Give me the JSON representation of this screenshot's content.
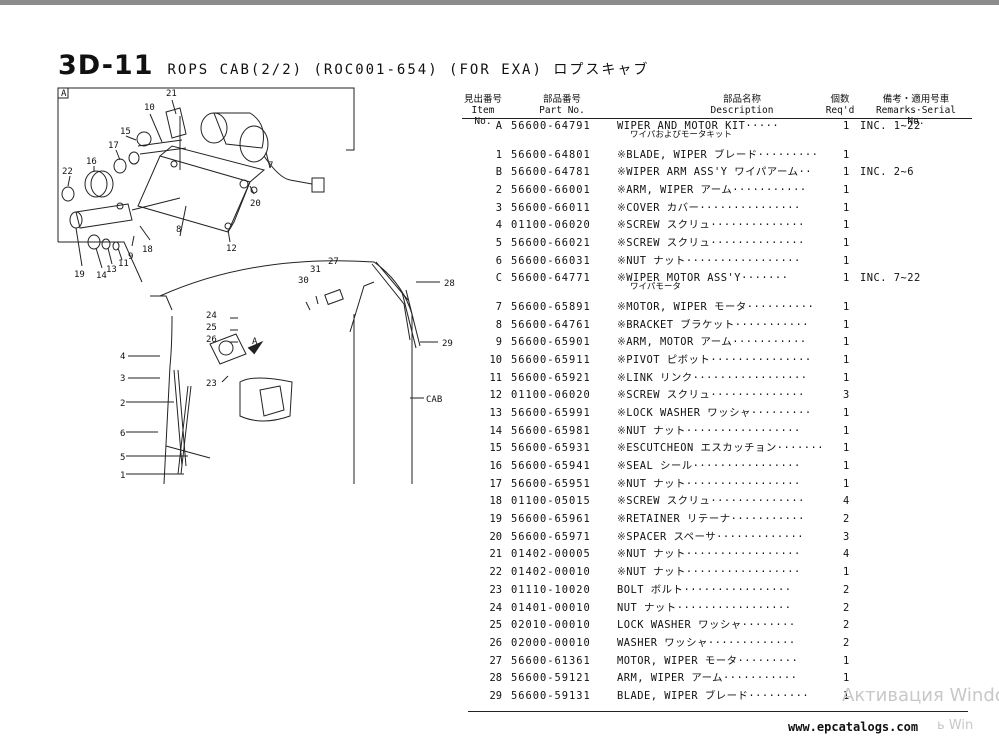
{
  "header": {
    "code": "3D-11",
    "title": "ROPS CAB(2/2) (ROC001-654) (FOR EXA)  ロプスキャブ"
  },
  "figure": {
    "box_label": "A",
    "callouts": [
      "10",
      "21",
      "15",
      "17",
      "16",
      "22",
      "7",
      "20",
      "8",
      "12",
      "18",
      "9",
      "11",
      "13",
      "14",
      "19",
      "27",
      "31",
      "30",
      "28",
      "29",
      "24",
      "25",
      "26",
      "A",
      "4",
      "3",
      "23",
      "2",
      "6",
      "5",
      "1",
      "CAB"
    ]
  },
  "columns": {
    "item": [
      "見出番号",
      "Item No."
    ],
    "part": [
      "部品番号",
      "Part No."
    ],
    "desc": [
      "部品名称",
      "Description"
    ],
    "qty": [
      "個数",
      "Req'd"
    ],
    "rem": [
      "備考・適用号車",
      "Remarks·Serial No."
    ]
  },
  "rows": [
    {
      "item": "A",
      "part": "56600-64791",
      "lead": "",
      "desc": "WIPER AND MOTOR KIT·····",
      "qty": "1",
      "rem": "INC. 1~22",
      "sub": "ワイパおよびモータキット"
    },
    {
      "item": "1",
      "part": "56600-64801",
      "lead": "※",
      "desc": "BLADE, WIPER ブレード·········",
      "qty": "1",
      "rem": "",
      "sub": ""
    },
    {
      "item": "B",
      "part": "56600-64781",
      "lead": "※",
      "desc": "WIPER ARM ASS'Y ワイパアーム··",
      "qty": "1",
      "rem": "INC. 2~6",
      "sub": ""
    },
    {
      "item": "2",
      "part": "56600-66001",
      "lead": "※",
      "desc": "ARM, WIPER アーム···········",
      "qty": "1",
      "rem": "",
      "sub": ""
    },
    {
      "item": "3",
      "part": "56600-66011",
      "lead": "※",
      "desc": "COVER カバー···············",
      "qty": "1",
      "rem": "",
      "sub": ""
    },
    {
      "item": "4",
      "part": "01100-06020",
      "lead": "※",
      "desc": "SCREW スクリュ··············",
      "qty": "1",
      "rem": "",
      "sub": ""
    },
    {
      "item": "5",
      "part": "56600-66021",
      "lead": "※",
      "desc": "SCREW スクリュ··············",
      "qty": "1",
      "rem": "",
      "sub": ""
    },
    {
      "item": "6",
      "part": "56600-66031",
      "lead": "※",
      "desc": "NUT ナット·················",
      "qty": "1",
      "rem": "",
      "sub": ""
    },
    {
      "item": "C",
      "part": "56600-64771",
      "lead": "※",
      "desc": "WIPER MOTOR ASS'Y·······",
      "qty": "1",
      "rem": "INC. 7~22",
      "sub": "ワイパモータ"
    },
    {
      "item": "7",
      "part": "56600-65891",
      "lead": "※",
      "desc": "MOTOR, WIPER モータ··········",
      "qty": "1",
      "rem": "",
      "sub": ""
    },
    {
      "item": "8",
      "part": "56600-64761",
      "lead": "※",
      "desc": "BRACKET ブラケット···········",
      "qty": "1",
      "rem": "",
      "sub": ""
    },
    {
      "item": "9",
      "part": "56600-65901",
      "lead": "※",
      "desc": "ARM, MOTOR アーム···········",
      "qty": "1",
      "rem": "",
      "sub": ""
    },
    {
      "item": "10",
      "part": "56600-65911",
      "lead": "※",
      "desc": "PIVOT ピボット···············",
      "qty": "1",
      "rem": "",
      "sub": ""
    },
    {
      "item": "11",
      "part": "56600-65921",
      "lead": "※",
      "desc": "LINK リンク·················",
      "qty": "1",
      "rem": "",
      "sub": ""
    },
    {
      "item": "12",
      "part": "01100-06020",
      "lead": "※",
      "desc": "SCREW スクリュ··············",
      "qty": "3",
      "rem": "",
      "sub": ""
    },
    {
      "item": "13",
      "part": "56600-65991",
      "lead": "※",
      "desc": "LOCK WASHER ワッシャ·········",
      "qty": "1",
      "rem": "",
      "sub": ""
    },
    {
      "item": "14",
      "part": "56600-65981",
      "lead": "※",
      "desc": "NUT ナット·················",
      "qty": "1",
      "rem": "",
      "sub": ""
    },
    {
      "item": "15",
      "part": "56600-65931",
      "lead": "※",
      "desc": "ESCUTCHEON エスカッチョン·······",
      "qty": "1",
      "rem": "",
      "sub": ""
    },
    {
      "item": "16",
      "part": "56600-65941",
      "lead": "※",
      "desc": "SEAL シール················",
      "qty": "1",
      "rem": "",
      "sub": ""
    },
    {
      "item": "17",
      "part": "56600-65951",
      "lead": "※",
      "desc": "NUT ナット·················",
      "qty": "1",
      "rem": "",
      "sub": ""
    },
    {
      "item": "18",
      "part": "01100-05015",
      "lead": "※",
      "desc": "SCREW スクリュ··············",
      "qty": "4",
      "rem": "",
      "sub": ""
    },
    {
      "item": "19",
      "part": "56600-65961",
      "lead": "※",
      "desc": "RETAINER リテーナ···········",
      "qty": "2",
      "rem": "",
      "sub": ""
    },
    {
      "item": "20",
      "part": "56600-65971",
      "lead": "※",
      "desc": "SPACER スペーサ·············",
      "qty": "3",
      "rem": "",
      "sub": ""
    },
    {
      "item": "21",
      "part": "01402-00005",
      "lead": "※",
      "desc": "NUT ナット·················",
      "qty": "4",
      "rem": "",
      "sub": ""
    },
    {
      "item": "22",
      "part": "01402-00010",
      "lead": "※",
      "desc": "NUT ナット·················",
      "qty": "1",
      "rem": "",
      "sub": ""
    },
    {
      "item": "23",
      "part": "01110-10020",
      "lead": "",
      "desc": " BOLT ボルト················",
      "qty": "2",
      "rem": "",
      "sub": ""
    },
    {
      "item": "24",
      "part": "01401-00010",
      "lead": "",
      "desc": " NUT ナット·················",
      "qty": "2",
      "rem": "",
      "sub": ""
    },
    {
      "item": "25",
      "part": "02010-00010",
      "lead": "",
      "desc": " LOCK WASHER ワッシャ········",
      "qty": "2",
      "rem": "",
      "sub": ""
    },
    {
      "item": "26",
      "part": "02000-00010",
      "lead": "",
      "desc": " WASHER ワッシャ·············",
      "qty": "2",
      "rem": "",
      "sub": ""
    },
    {
      "item": "27",
      "part": "56600-61361",
      "lead": "",
      "desc": " MOTOR, WIPER モータ·········",
      "qty": "1",
      "rem": "",
      "sub": ""
    },
    {
      "item": "28",
      "part": "56600-59121",
      "lead": "",
      "desc": " ARM, WIPER アーム···········",
      "qty": "1",
      "rem": "",
      "sub": ""
    },
    {
      "item": "29",
      "part": "56600-59131",
      "lead": "",
      "desc": " BLADE, WIPER ブレード·········",
      "qty": "1",
      "rem": "",
      "sub": ""
    }
  ],
  "watermark": {
    "line1": "Активация Windo",
    "line2": "ь Win"
  },
  "site": "www.epcatalogs.com"
}
